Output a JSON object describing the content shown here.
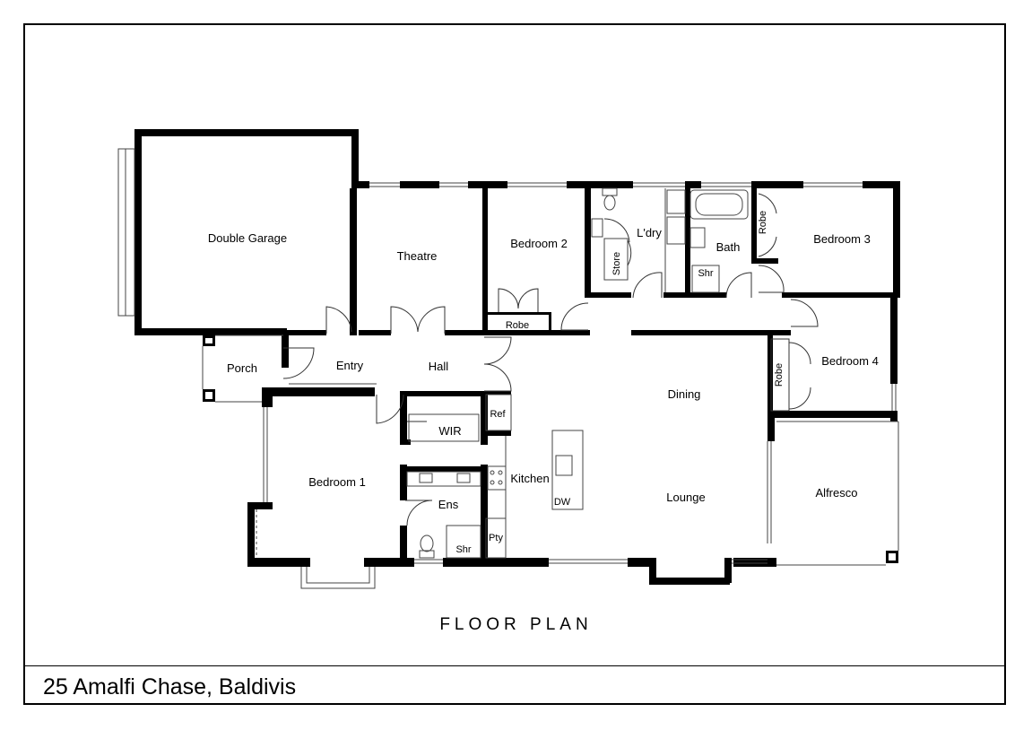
{
  "title": "FLOOR PLAN",
  "address": "25 Amalfi Chase, Baldivis",
  "rooms": {
    "double_garage": "Double Garage",
    "theatre": "Theatre",
    "bedroom_2": "Bedroom 2",
    "laundry": "L'dry",
    "bath": "Bath",
    "bedroom_3": "Bedroom 3",
    "porch": "Porch",
    "entry": "Entry",
    "hall": "Hall",
    "dining": "Dining",
    "bedroom_4": "Bedroom 4",
    "bedroom_1": "Bedroom 1",
    "wir": "WIR",
    "ens": "Ens",
    "kitchen": "Kitchen",
    "lounge": "Lounge",
    "alfresco": "Alfresco"
  },
  "fixtures": {
    "store": "Store",
    "robe_bed2": "Robe",
    "robe_bed3": "Robe",
    "robe_bed4": "Robe",
    "shr_bath": "Shr",
    "shr_ens": "Shr",
    "ref": "Ref",
    "pty": "Pty",
    "dw": "DW"
  }
}
